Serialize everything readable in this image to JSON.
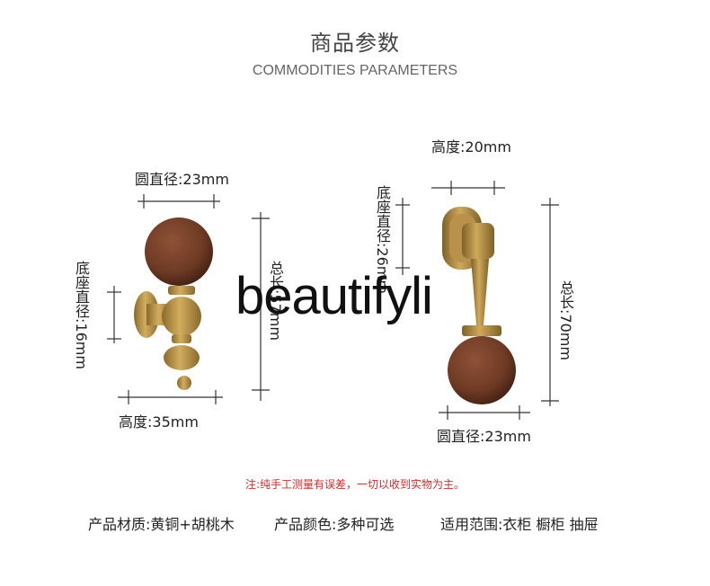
{
  "header": {
    "title_cn": "商品参数",
    "title_en": "COMMODITIES PARAMETERS"
  },
  "left_product": {
    "ball_diameter": "圆直径:23mm",
    "base_diameter": "底座直径:16mm",
    "total_length": "总长:57mm",
    "height": "高度:35mm"
  },
  "right_product": {
    "height": "高度:20mm",
    "base_diameter": "底座直径:26mm",
    "total_length": "总长:70mm",
    "ball_diameter": "圆直径:23mm"
  },
  "watermark": "beautifyli",
  "note": "注:纯手工测量有误差，一切以收到实物为主。",
  "specs": {
    "material": "产品材质:黄铜+胡桃木",
    "color": "产品颜色:多种可选",
    "scope": "适用范围:衣柜 橱柜 抽屉"
  },
  "colors": {
    "brass": "#b08a3e",
    "walnut": "#6e3a24",
    "note_red": "#d42a2a"
  }
}
